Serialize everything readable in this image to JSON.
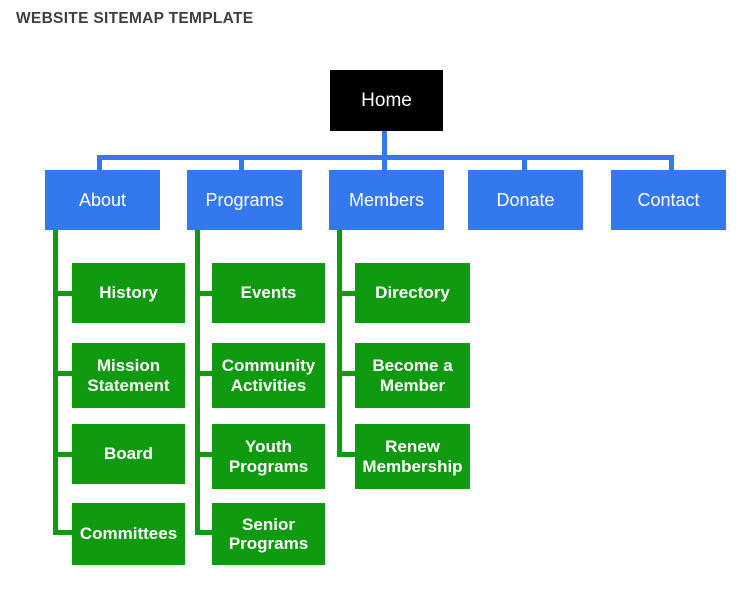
{
  "page": {
    "title": "WEBSITE SITEMAP TEMPLATE"
  },
  "colors": {
    "root_fill": "#000000",
    "level1_fill": "#3478f0",
    "level2_fill": "#0f9a0f",
    "node_text": "#ffffff",
    "title_text": "#3b4044",
    "background": "#ffffff"
  },
  "diagram": {
    "type": "sitemap-tree",
    "root": {
      "label": "Home"
    },
    "branches": [
      {
        "label": "About",
        "children": [
          {
            "label": "History"
          },
          {
            "label": "Mission\nStatement"
          },
          {
            "label": "Board"
          },
          {
            "label": "Committees"
          }
        ]
      },
      {
        "label": "Programs",
        "children": [
          {
            "label": "Events"
          },
          {
            "label": "Community\nActivities"
          },
          {
            "label": "Youth\nPrograms"
          },
          {
            "label": "Senior\nPrograms"
          }
        ]
      },
      {
        "label": "Members",
        "children": [
          {
            "label": "Directory"
          },
          {
            "label": "Become a\nMember"
          },
          {
            "label": "Renew\nMembership"
          }
        ]
      },
      {
        "label": "Donate",
        "children": []
      },
      {
        "label": "Contact",
        "children": []
      }
    ]
  }
}
